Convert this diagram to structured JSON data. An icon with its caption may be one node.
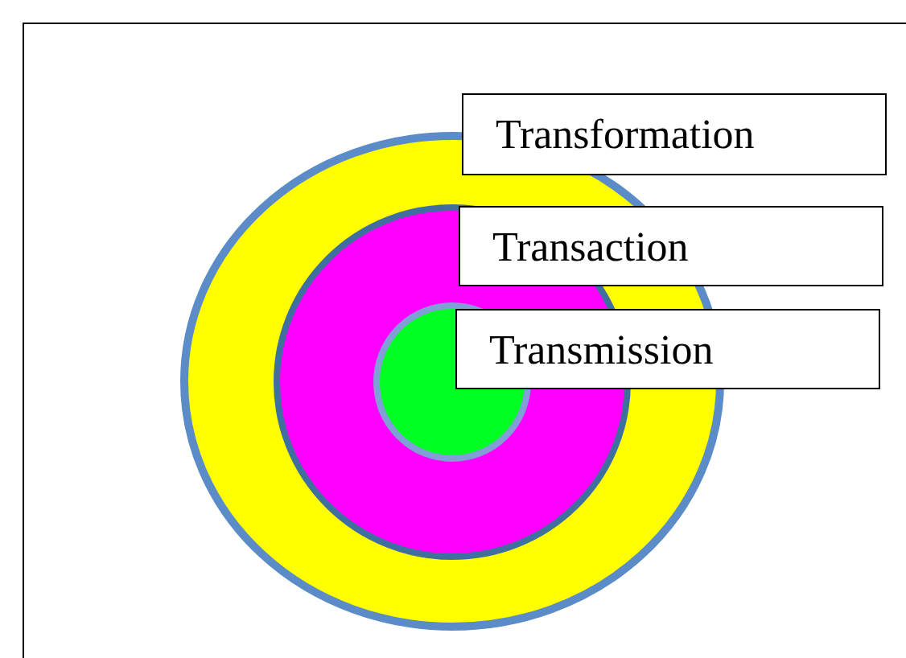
{
  "diagram": {
    "nodes": [
      {
        "text": [],
        "shape": "circle"
      },
      {
        "text": [],
        "shape": "circle",
        "in": 0
      },
      {
        "text": [],
        "shape": "circle",
        "in": 1
      },
      {
        "text": [
          "Transformation"
        ]
      },
      {
        "text": [
          "Transaction"
        ]
      },
      {
        "text": [
          "Transmission"
        ]
      }
    ]
  }
}
